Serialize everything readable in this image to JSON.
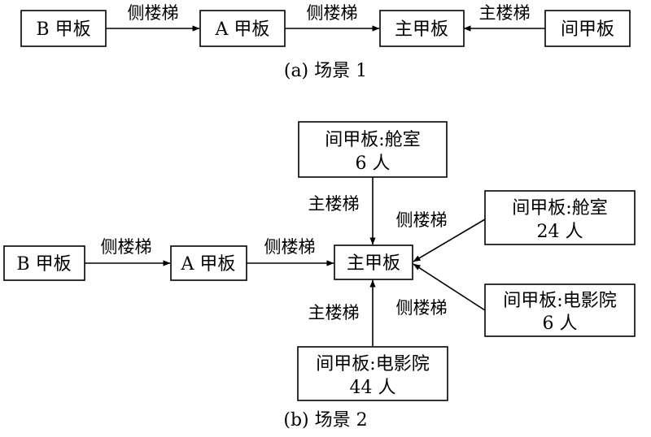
{
  "scene1": {
    "caption": "(a) 场景 1",
    "nodes": {
      "b_deck": "B 甲板",
      "a_deck": "A 甲板",
      "main_deck": "主甲板",
      "mid_deck": "间甲板"
    },
    "edges": {
      "b_to_a": "侧楼梯",
      "a_to_main": "侧楼梯",
      "mid_to_main": "主楼梯"
    }
  },
  "scene2": {
    "caption": "(b) 场景 2",
    "nodes": {
      "b_deck": "B 甲板",
      "a_deck": "A 甲板",
      "main_deck": "主甲板",
      "cabin_top_name": "间甲板:舱室",
      "cabin_top_count": "6 人",
      "cabin_right_name": "间甲板:舱室",
      "cabin_right_count": "24 人",
      "cinema_right_name": "间甲板:电影院",
      "cinema_right_count": "6 人",
      "cinema_bottom_name": "间甲板:电影院",
      "cinema_bottom_count": "44 人"
    },
    "edges": {
      "b_to_a": "侧楼梯",
      "a_to_main": "侧楼梯",
      "cabin_top_to_main": "主楼梯",
      "cabin_right_to_main": "侧楼梯",
      "cinema_right_to_main": "侧楼梯",
      "cinema_bottom_to_main": "主楼梯"
    }
  }
}
